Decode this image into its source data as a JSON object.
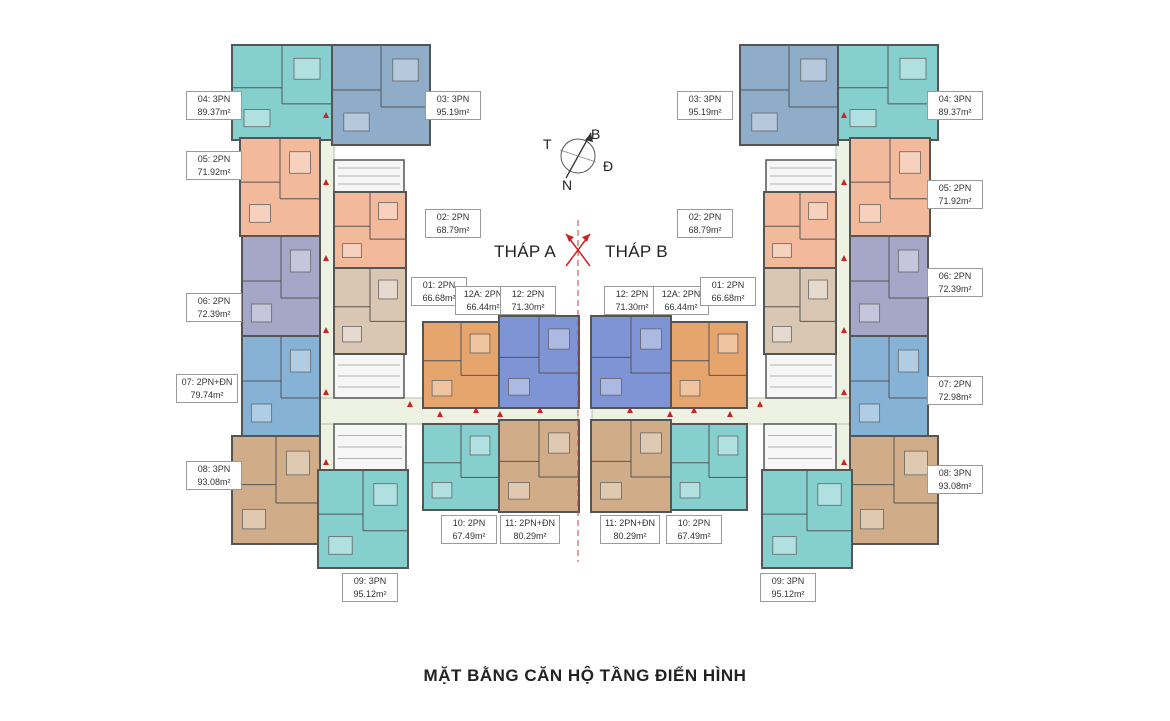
{
  "title": "MẶT BẰNG CĂN HỘ TẦNG ĐIỂN HÌNH",
  "towers": {
    "a": "THÁP A",
    "b": "THÁP B"
  },
  "compass": {
    "t": "T",
    "b": "B",
    "n": "N",
    "d": "Đ"
  },
  "colors": {
    "teal": "#86cfcf",
    "steel_blue": "#8fadc9",
    "salmon": "#f2b99a",
    "slate_purple": "#a6a6c8",
    "sky_blue": "#86b2d6",
    "beige": "#d9c7b4",
    "tan": "#d0ad88",
    "orange": "#e6a56c",
    "royal_blue": "#7f94d4",
    "corridor": "#eef2e2",
    "wall": "#555555",
    "arrow_red": "#cc2222"
  },
  "labels_a": [
    {
      "code": "04: 3PN",
      "area": "89.37m²"
    },
    {
      "code": "03: 3PN",
      "area": "95.19m²"
    },
    {
      "code": "05: 2PN",
      "area": "71.92m²"
    },
    {
      "code": "02: 2PN",
      "area": "68.79m²"
    },
    {
      "code": "01: 2PN",
      "area": "66.68m²"
    },
    {
      "code": "12A: 2PN",
      "area": "66.44m²"
    },
    {
      "code": "12: 2PN",
      "area": "71.30m²"
    },
    {
      "code": "06: 2PN",
      "area": "72.39m²"
    },
    {
      "code": "07: 2PN+ĐN",
      "area": "79.74m²"
    },
    {
      "code": "08: 3PN",
      "area": "93.08m²"
    },
    {
      "code": "10: 2PN",
      "area": "67.49m²"
    },
    {
      "code": "11: 2PN+ĐN",
      "area": "80.29m²"
    },
    {
      "code": "09: 3PN",
      "area": "95.12m²"
    }
  ],
  "labels_b": [
    {
      "code": "03: 3PN",
      "area": "95.19m²"
    },
    {
      "code": "04: 3PN",
      "area": "89.37m²"
    },
    {
      "code": "05: 2PN",
      "area": "71.92m²"
    },
    {
      "code": "02: 2PN",
      "area": "68.79m²"
    },
    {
      "code": "12: 2PN",
      "area": "71.30m²"
    },
    {
      "code": "12A: 2PN",
      "area": "66.44m²"
    },
    {
      "code": "01: 2PN",
      "area": "66.68m²"
    },
    {
      "code": "06: 2PN",
      "area": "72.39m²"
    },
    {
      "code": "07: 2PN",
      "area": "72.98m²"
    },
    {
      "code": "08: 3PN",
      "area": "93.08m²"
    },
    {
      "code": "11: 2PN+ĐN",
      "area": "80.29m²"
    },
    {
      "code": "10: 2PN",
      "area": "67.49m²"
    },
    {
      "code": "09: 3PN",
      "area": "95.12m²"
    }
  ]
}
